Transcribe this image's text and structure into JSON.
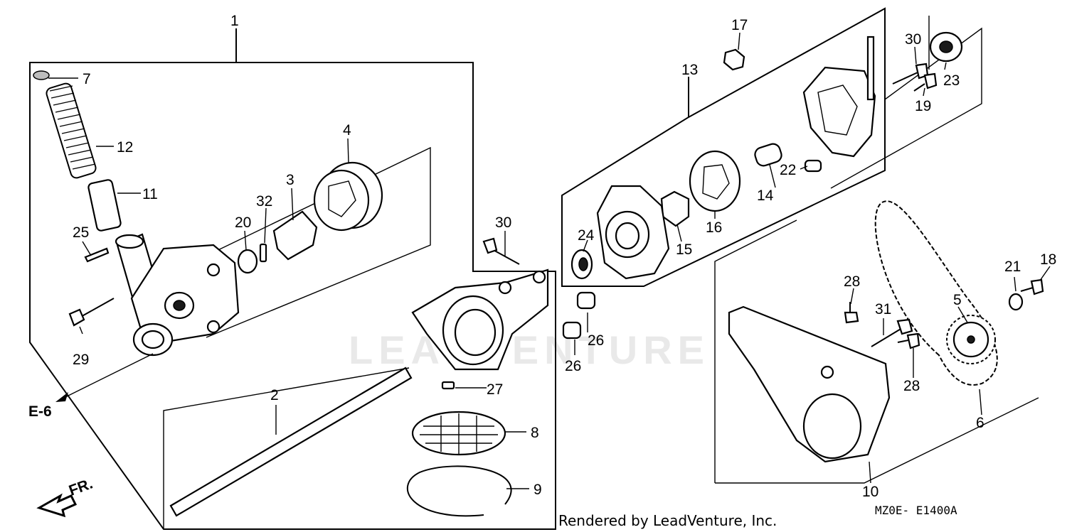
{
  "watermark": "LEADVENTURE",
  "credit": "Rendered by LeadVenture, Inc.",
  "diagram_code": "MZ0E- E1400A",
  "reference": "E-6",
  "direction": "FR.",
  "callouts": {
    "c1": "1",
    "c2": "2",
    "c3": "3",
    "c4": "4",
    "c5": "5",
    "c6": "6",
    "c7": "7",
    "c8": "8",
    "c9": "9",
    "c10": "10",
    "c11": "11",
    "c12": "12",
    "c13": "13",
    "c14": "14",
    "c15": "15",
    "c16": "16",
    "c17": "17",
    "c18": "18",
    "c19": "19",
    "c20": "20",
    "c21": "21",
    "c22": "22",
    "c23": "23",
    "c24": "24",
    "c25": "25",
    "c26a": "26",
    "c26b": "26",
    "c27": "27",
    "c28a": "28",
    "c28b": "28",
    "c29": "29",
    "c30a": "30",
    "c30b": "30",
    "c31": "31",
    "c32": "32"
  }
}
